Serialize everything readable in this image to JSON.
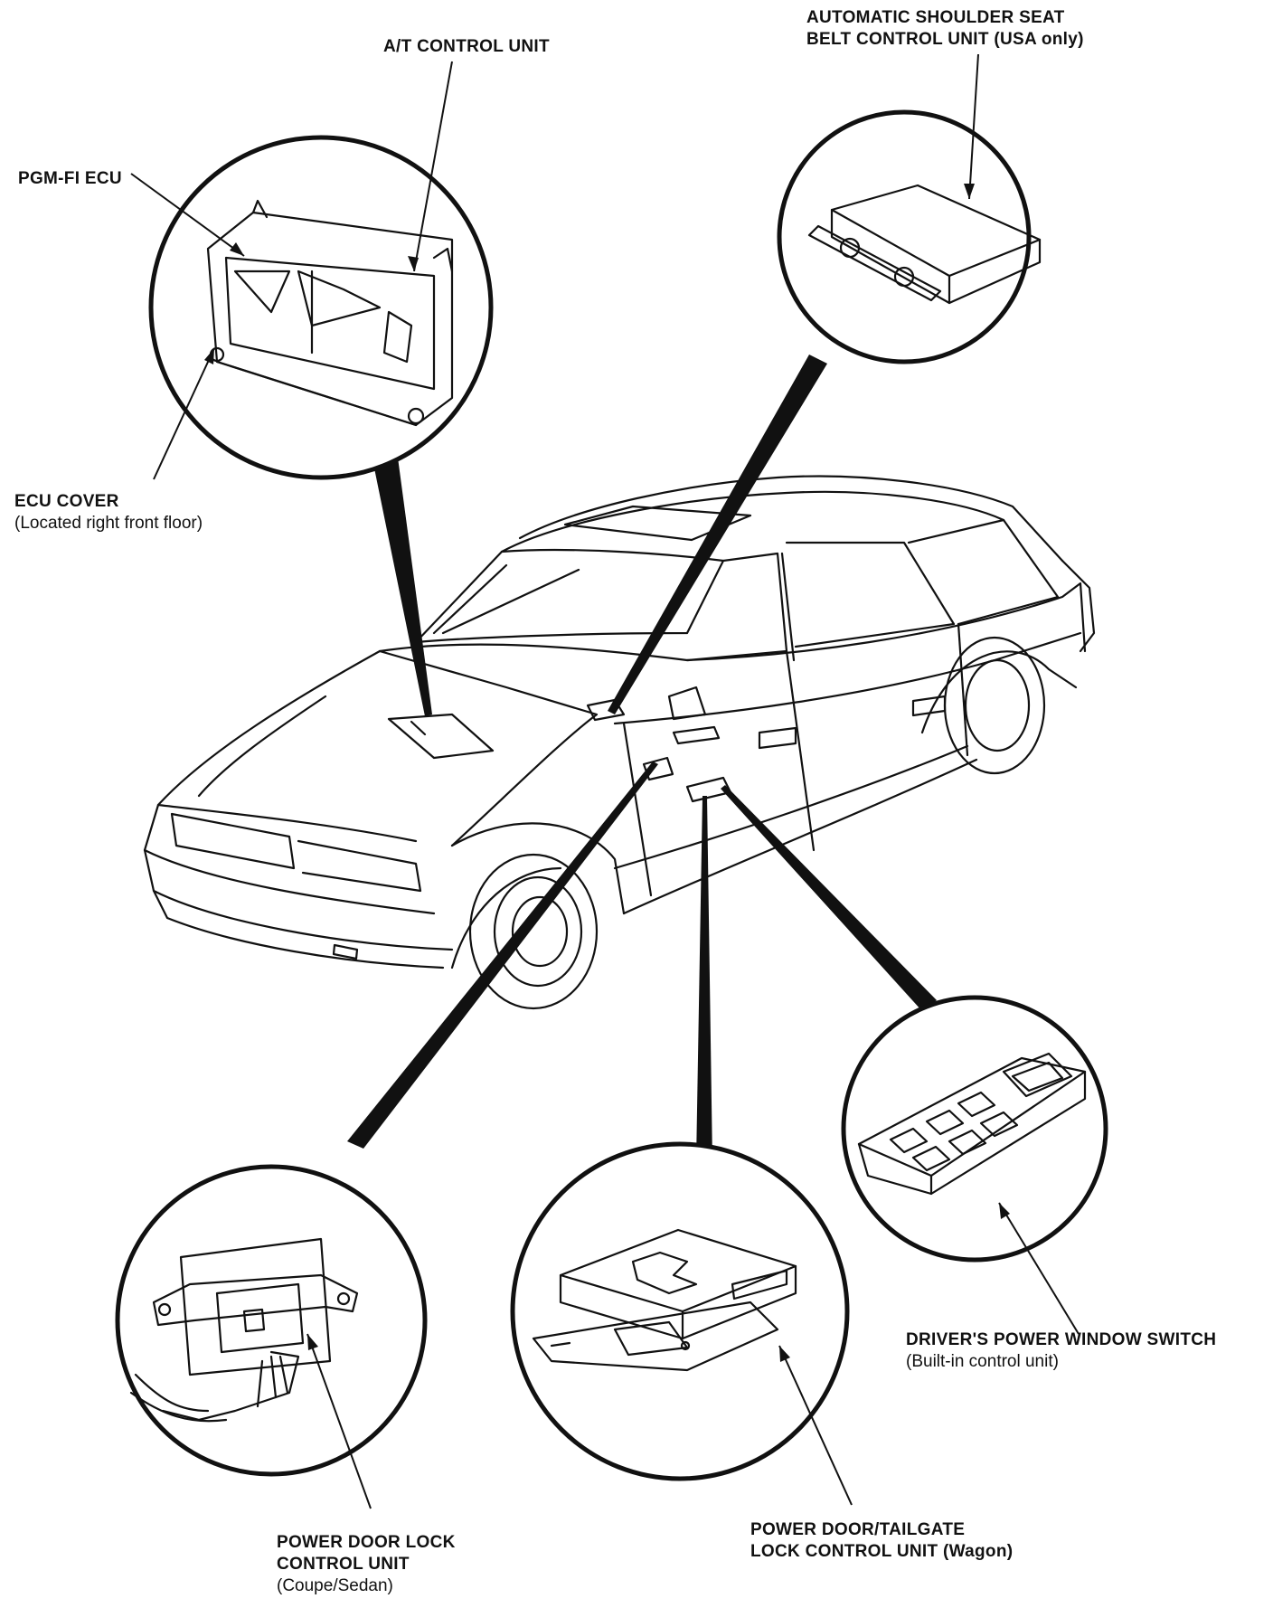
{
  "labels": {
    "at_control_unit": {
      "line1": "A/T CONTROL UNIT"
    },
    "seat_belt_unit": {
      "line1": "AUTOMATIC SHOULDER SEAT",
      "line2": "BELT CONTROL UNIT (USA only)"
    },
    "pgm_fi_ecu": {
      "line1": "PGM-FI ECU"
    },
    "ecu_cover": {
      "line1": "ECU COVER",
      "line2": "(Located right front floor)"
    },
    "window_switch": {
      "line1": "DRIVER'S POWER WINDOW SWITCH",
      "line2": "(Built-in control unit)"
    },
    "door_lock_unit": {
      "line1": "POWER DOOR LOCK",
      "line2": "CONTROL UNIT",
      "line3": "(Coupe/Sedan)"
    },
    "tailgate_lock_unit": {
      "line1": "POWER DOOR/TAILGATE",
      "line2": "LOCK CONTROL UNIT (Wagon)"
    }
  }
}
